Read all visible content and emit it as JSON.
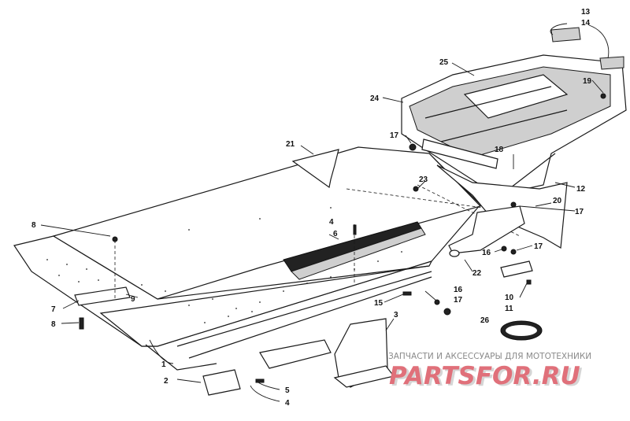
{
  "callouts": {
    "c1": "1",
    "c2": "2",
    "c3": "3",
    "c4a": "4",
    "c4b": "4",
    "c5": "5",
    "c6": "6",
    "c7": "7",
    "c8a": "8",
    "c8b": "8",
    "c9": "9",
    "c10": "10",
    "c11": "11",
    "c12": "12",
    "c13": "13",
    "c14": "14",
    "c15": "15",
    "c16a": "16",
    "c16b": "16",
    "c17a": "17",
    "c17b": "17",
    "c17c": "17",
    "c17d": "17",
    "c18": "18",
    "c19": "19",
    "c20": "20",
    "c21": "21",
    "c22": "22",
    "c23": "23",
    "c24": "24",
    "c25": "25",
    "c26": "26"
  },
  "watermark": {
    "tagline": "ЗАПЧАСТИ И АКСЕССУАРЫ ДЛЯ МОТОТЕХНИКИ",
    "brand": "PARTSFOR.RU"
  },
  "colors": {
    "ink": "#1a1a1a",
    "watermark_red": "#e0707a",
    "watermark_grey": "#8a8a8a"
  }
}
